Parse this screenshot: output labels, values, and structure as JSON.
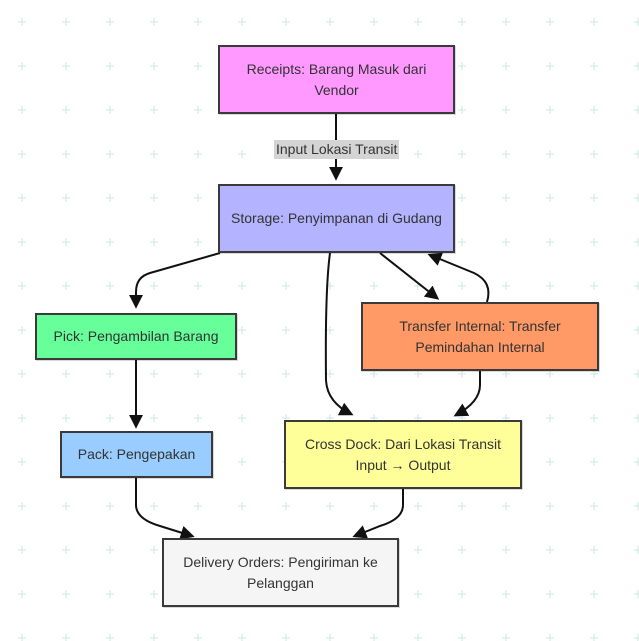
{
  "diagram": {
    "nodes": {
      "receipts": {
        "label": "Receipts: Barang Masuk dari Vendor",
        "color": "#ff99ff"
      },
      "storage": {
        "label": "Storage: Penyimpanan di Gudang",
        "color": "#b3b3ff"
      },
      "pick": {
        "label": "Pick: Pengambilan Barang",
        "color": "#66ff99"
      },
      "transfer": {
        "label": "Transfer Internal: Transfer Pemindahan Internal",
        "color": "#ff9966"
      },
      "pack": {
        "label": "Pack: Pengepakan",
        "color": "#99ccff"
      },
      "crossdock": {
        "label": "Cross Dock: Dari Lokasi Transit Input → Output",
        "color": "#ffff99"
      },
      "delivery": {
        "label": "Delivery Orders: Pengiriman ke Pelanggan",
        "color": "#f5f5f5"
      }
    },
    "edges": {
      "receipts_storage_label": "Input Lokasi Transit"
    }
  }
}
